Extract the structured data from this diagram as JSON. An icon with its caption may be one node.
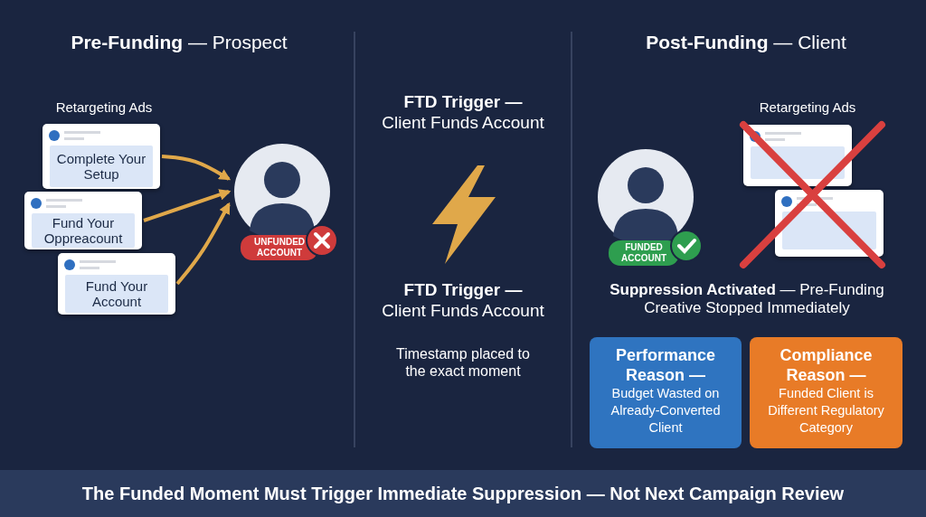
{
  "diagram": {
    "caption": "The Funded Moment Must Trigger Immediate Suppression — Not Next Campaign Review",
    "nodes": [
      {
        "text": [
          "Complete Your Setup"
        ]
      },
      {
        "text": [
          "Fund Your Oppreacount"
        ]
      },
      {
        "text": [
          "Fund Your Account"
        ]
      },
      {
        "text": [
          "UNFUNDED ACCOUNT"
        ]
      },
      {
        "text": [
          "FUNDED ACCOUNT"
        ]
      },
      {
        "text": [],
        "shape": "box"
      },
      {
        "text": [],
        "shape": "box"
      },
      {
        "text": [
          "Performance Reason —",
          "Budget Wasted on Already-Converted Client"
        ]
      },
      {
        "text": [
          "Compliance Reason —",
          "Funded Client is Different Regulatory Category"
        ]
      }
    ],
    "edges": [
      {
        "from": 0,
        "to": 3,
        "arrow": "to"
      },
      {
        "from": 1,
        "to": 3,
        "arrow": "to"
      },
      {
        "from": 2,
        "to": 3,
        "arrow": "to"
      }
    ],
    "labels": [
      "**Pre-Funding** — Prospect",
      "**Post-Funding** — Client",
      "Retargeting Ads",
      "**FTD Trigger —** Client Funds Account",
      "Retargeting Ads",
      "**FTD Trigger —** Client Funds Account",
      "**Suppression Activated** — Pre-Funding Creative Stopped Immediately",
      "Timestamp placed to the exact moment"
    ]
  }
}
